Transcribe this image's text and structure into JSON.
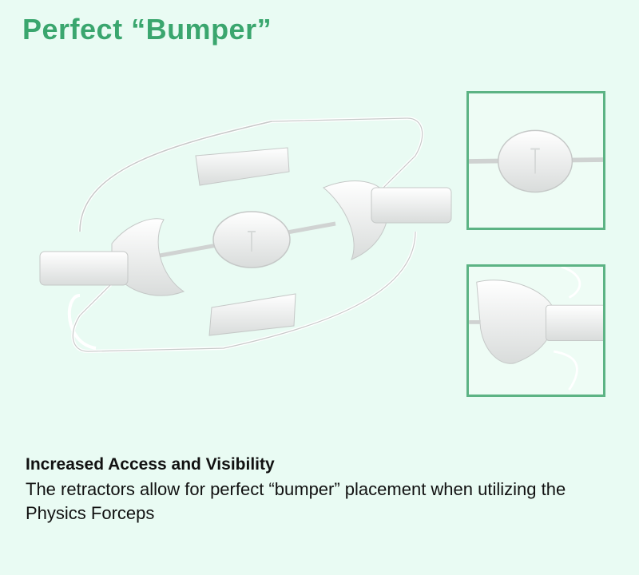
{
  "header": {
    "title": "Perfect  “Bumper”"
  },
  "caption": {
    "heading": "Increased Access and Visibility",
    "body": "The retractors allow for perfect “bumper” placement when utilizing the Physics Forceps"
  },
  "colors": {
    "background": "#e9fbf3",
    "title": "#3aa66e",
    "inset_border": "#5cb384"
  }
}
